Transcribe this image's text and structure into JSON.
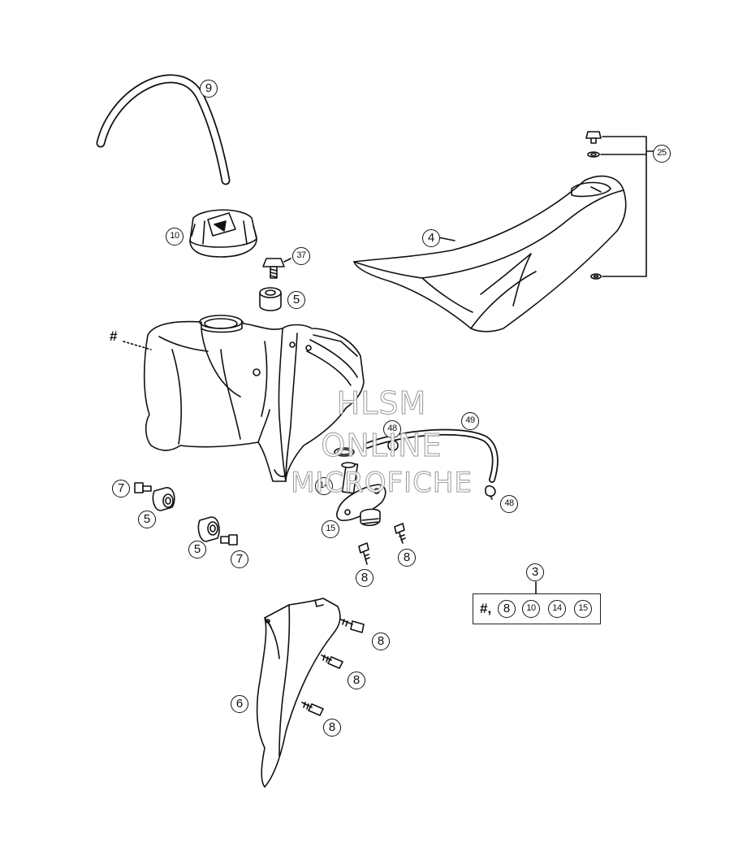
{
  "diagram": {
    "callouts": {
      "hose_top": "9",
      "fuel_cap": "10",
      "bolt_37": "37",
      "spacer_5a": "5",
      "seat": "4",
      "seat_fastener": "25",
      "tank_hash": "#",
      "clamp_48a": "48",
      "hose_49": "49",
      "oring_14": "14",
      "clamp_48b": "48",
      "tap_15": "15",
      "screw_8a": "8",
      "screw_8b": "8",
      "bolt_7a": "7",
      "spacer_5b": "5",
      "spacer_5c": "5",
      "bolt_7b": "7",
      "kit_3": "3",
      "spoiler_6": "6",
      "screw_8c": "8",
      "screw_8d": "8",
      "screw_8e": "8"
    },
    "kit_box": {
      "hash": "#,",
      "items": [
        "8",
        "10",
        "14",
        "15"
      ]
    },
    "watermark": {
      "line1": "HLSM",
      "line2": "ONLINE",
      "line3": "MICROFICHE"
    }
  }
}
